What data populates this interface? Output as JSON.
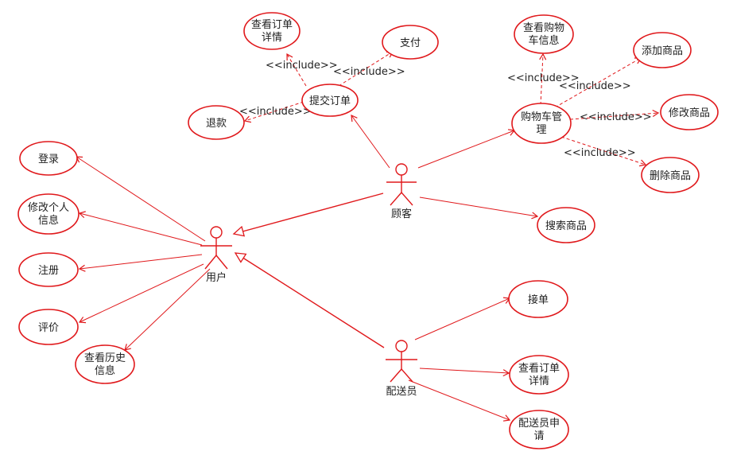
{
  "actors": {
    "customer": "顾客",
    "user": "用户",
    "courier": "配送员"
  },
  "use_cases": {
    "view_order_detail_top": [
      "查看订单",
      "详情"
    ],
    "pay": [
      "支付"
    ],
    "submit_order": [
      "提交订单"
    ],
    "refund": [
      "退款"
    ],
    "view_cart_info": [
      "查看购物",
      "车信息"
    ],
    "add_product": [
      "添加商品"
    ],
    "cart_manage": [
      "购物车管",
      "理"
    ],
    "modify_product": [
      "修改商品"
    ],
    "delete_product": [
      "删除商品"
    ],
    "search_product": [
      "搜索商品"
    ],
    "login": [
      "登录"
    ],
    "modify_profile": [
      "修改个人",
      "信息"
    ],
    "register": [
      "注册"
    ],
    "review": [
      "评价"
    ],
    "view_history": [
      "查看历史",
      "信息"
    ],
    "accept_order": [
      "接单"
    ],
    "view_order_detail_courier": [
      "查看订单",
      "详情"
    ],
    "courier_apply": [
      "配送员申",
      "请"
    ]
  },
  "stereotype": "<<include>>",
  "colors": {
    "accent": "#e0181b",
    "text": "#222222",
    "background": "#ffffff"
  }
}
